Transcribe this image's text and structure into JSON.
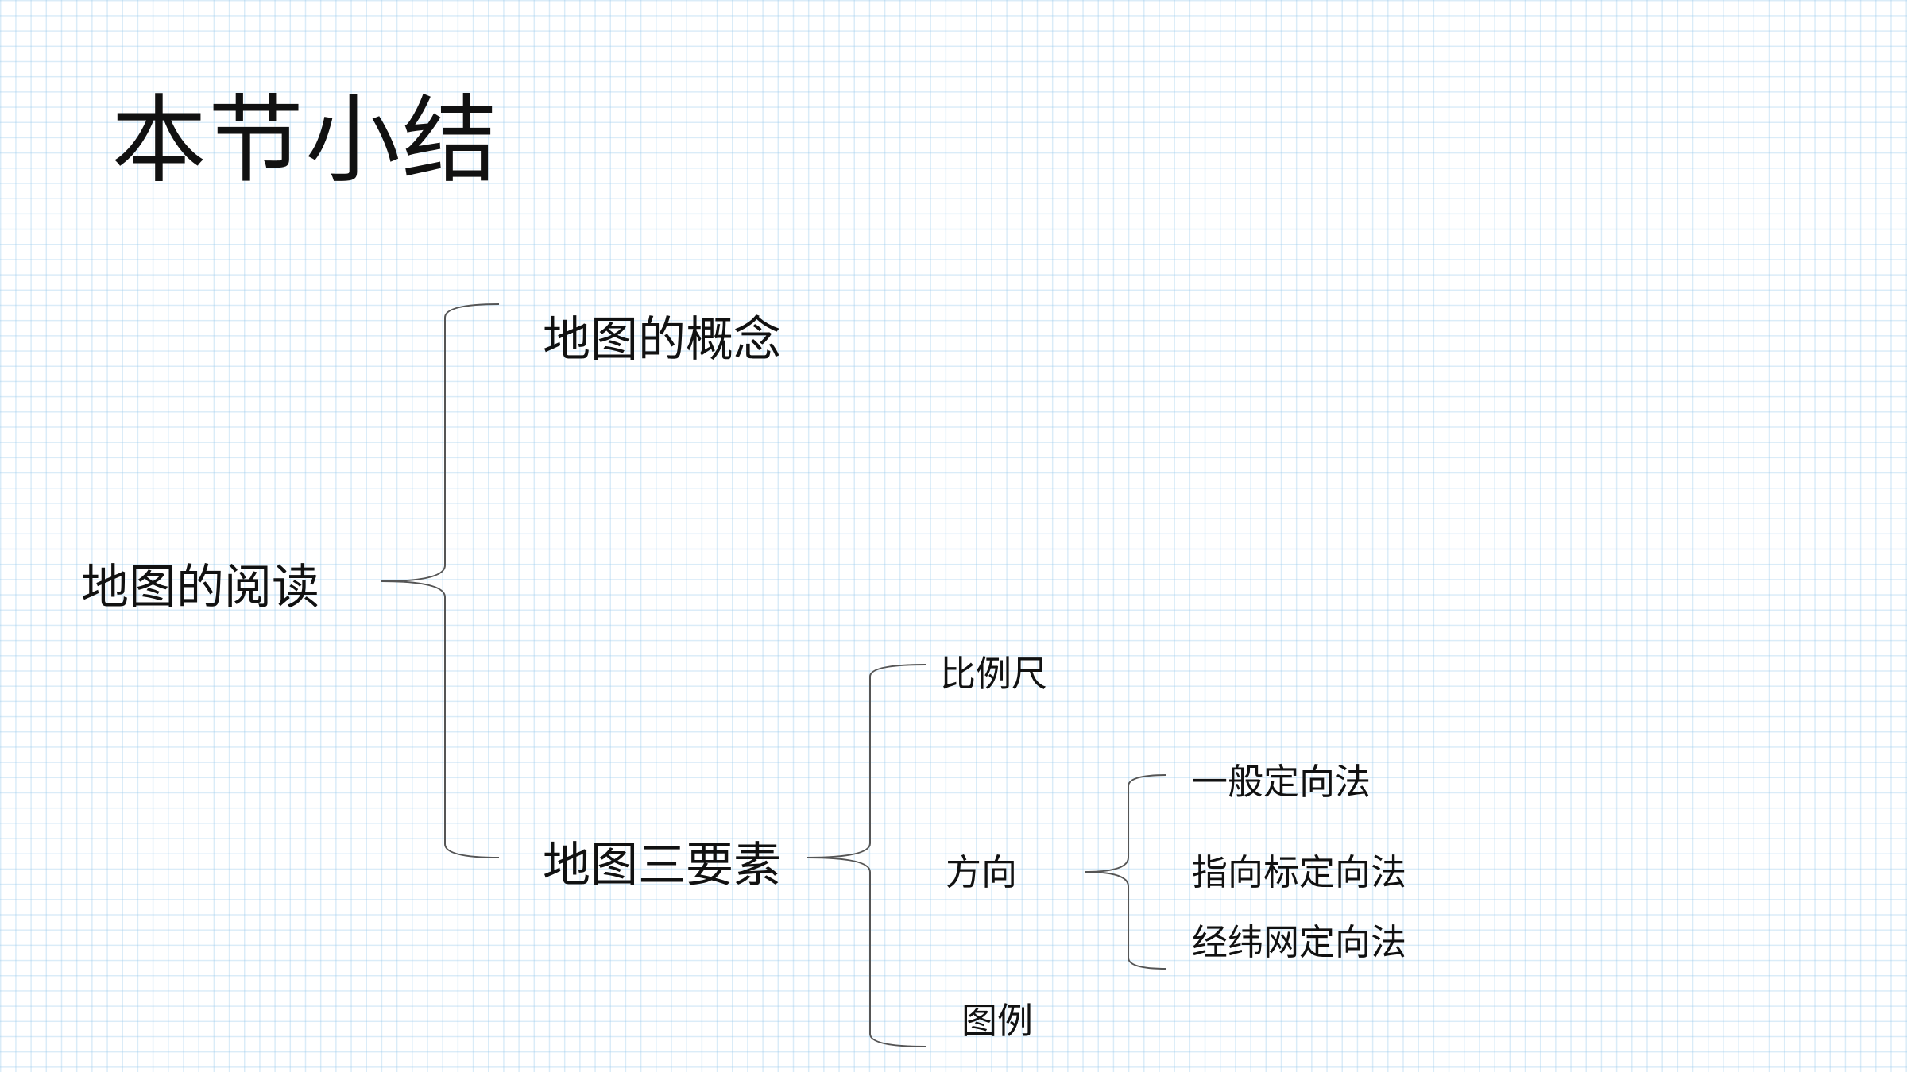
{
  "slide": {
    "title": "本节小结"
  },
  "tree": {
    "root": "地图的阅读",
    "concept": "地图的概念",
    "elements": "地图三要素",
    "scale": "比例尺",
    "direction": "方向",
    "legend": "图例",
    "method_general": "一般定向法",
    "method_compass": "指向标定向法",
    "method_grid": "经纬网定向法"
  },
  "colors": {
    "line": "#555555",
    "text": "#111111",
    "grid": "#cfe4f3"
  }
}
